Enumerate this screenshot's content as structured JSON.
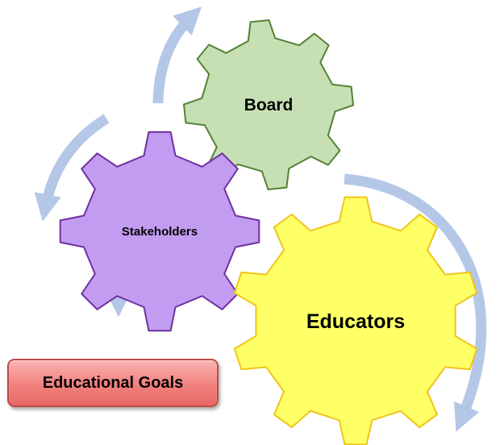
{
  "gears": [
    {
      "id": "board",
      "label": "Board",
      "fill": "#c6e0b4",
      "stroke": "#548235"
    },
    {
      "id": "stakeholders",
      "label": "Stakeholders",
      "fill": "#c29cf0",
      "stroke": "#7030a0"
    },
    {
      "id": "educators",
      "label": "Educators",
      "fill": "#ffff66",
      "stroke": "#f0c419"
    }
  ],
  "arrows": {
    "color": "#b4c7e7"
  },
  "goals_box": {
    "label": "Educational Goals",
    "fill": "#f28b87",
    "border": "#bd4a48"
  }
}
